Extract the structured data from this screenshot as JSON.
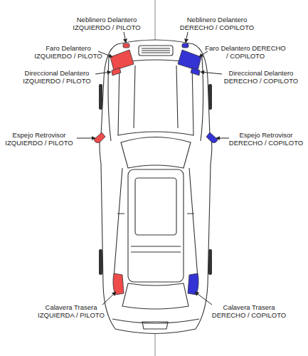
{
  "diagram": {
    "labels": [
      "Neblinero Delantero IZQUIERDO / PILOTO",
      "Neblinero Delantero DERECHO / COPILOTO",
      "Faro Delantero IZQUIERDO / PILOTO",
      "Faro Delantero DERECHO / COPILOTO",
      "Direccional Delantero IZQUIERDO / PILOTO",
      "Direccional Delantero DERECHO / COPILOTO",
      "Espejo Retrovisor IZQUIERDO / PILOTO",
      "Espejo Retrovisor DERECHO / COPILOTO",
      "Calavera Trasera IZQUIERDA / PILOTO",
      "Calavera Trasera DERECHO / COPILOTO"
    ]
  }
}
